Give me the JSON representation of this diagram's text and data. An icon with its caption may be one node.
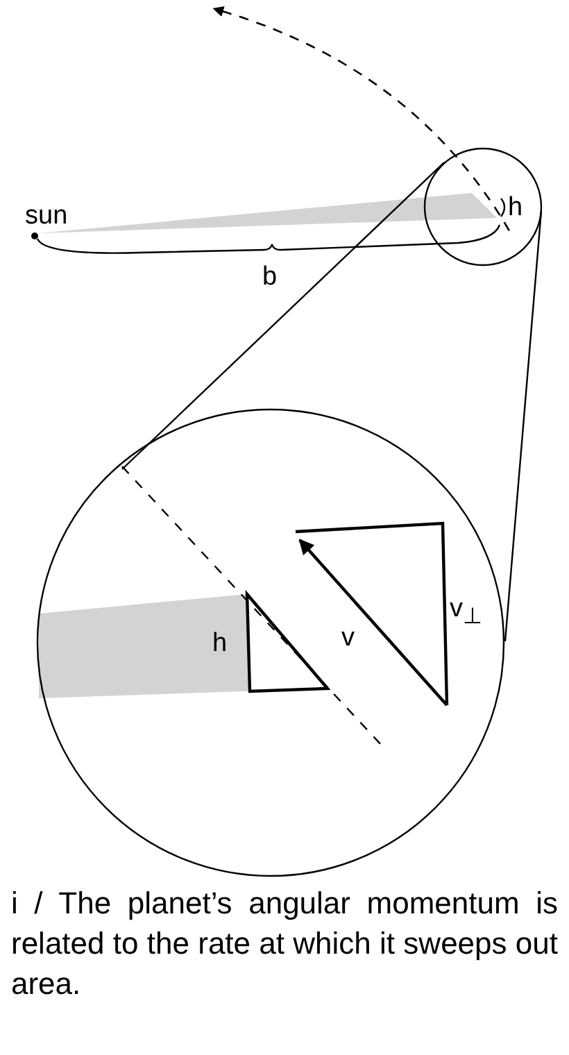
{
  "diagram": {
    "caption": "i / The planet’s angular momentum is related to the rate at which it sweeps out area.",
    "labels": [
      "sun",
      "h",
      "b",
      "h",
      "v",
      "v$_{⊥}$"
    ]
  }
}
